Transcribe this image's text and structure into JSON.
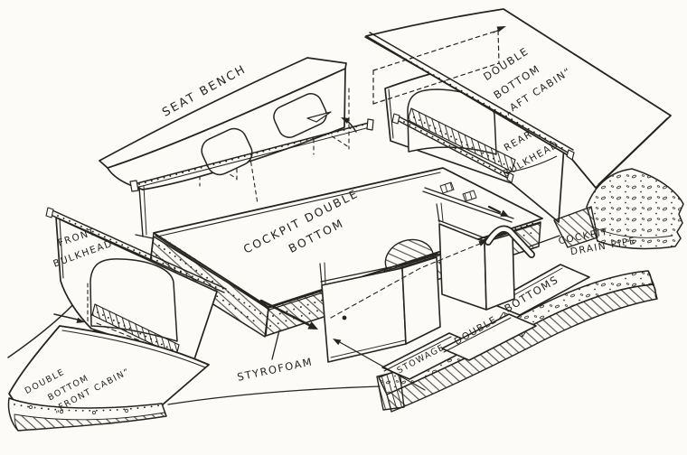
{
  "colors": {
    "paper": "#fcfbf8",
    "ink": "#26241f"
  },
  "labels": {
    "seat_bench": "SEAT BENCH",
    "aft_line1": "DOUBLE",
    "aft_line2": "BOTTOM",
    "aft_line3": "„AFT CABIN“",
    "rear_line1": "REAR",
    "rear_line2": "BULKHEAD",
    "cockpit_line1": "COCKPIT DOUBLE",
    "cockpit_line2": "BOTTOM",
    "front_line1": "FRONT",
    "front_line2": "BULKHEAD",
    "drain_line1": "COCKPIT",
    "drain_line2": "DRAIN PIPE",
    "bow_line1": "DOUBLE",
    "bow_line2": "BOTTOM",
    "bow_line3": "„FRONT CABIN“",
    "styrofoam": "STYROFOAM",
    "stowage_line1": "STOWAGE",
    "stowage_line2": "DOUBLE",
    "stowage_line3": "BOTTOMS"
  }
}
